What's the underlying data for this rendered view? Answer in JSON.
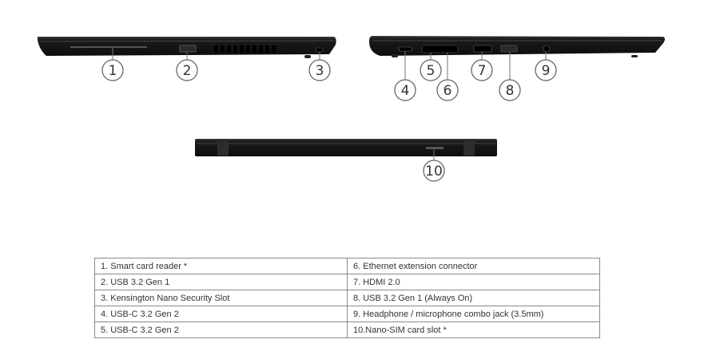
{
  "callouts": [
    "1",
    "2",
    "3",
    "4",
    "5",
    "6",
    "7",
    "8",
    "9",
    "10"
  ],
  "legend": {
    "left": [
      "1.  Smart card reader *",
      "2.  USB 3.2 Gen 1",
      "3.  Kensington Nano Security Slot",
      "4.  USB-C 3.2 Gen 2",
      "5.  USB-C 3.2 Gen 2"
    ],
    "right": [
      "6.  Ethernet extension connector",
      "7.  HDMI 2.0",
      "8.  USB 3.2 Gen 1 (Always On)",
      "9.  Headphone / microphone combo jack (3.5mm)",
      "10.Nano-SIM card slot *"
    ]
  }
}
